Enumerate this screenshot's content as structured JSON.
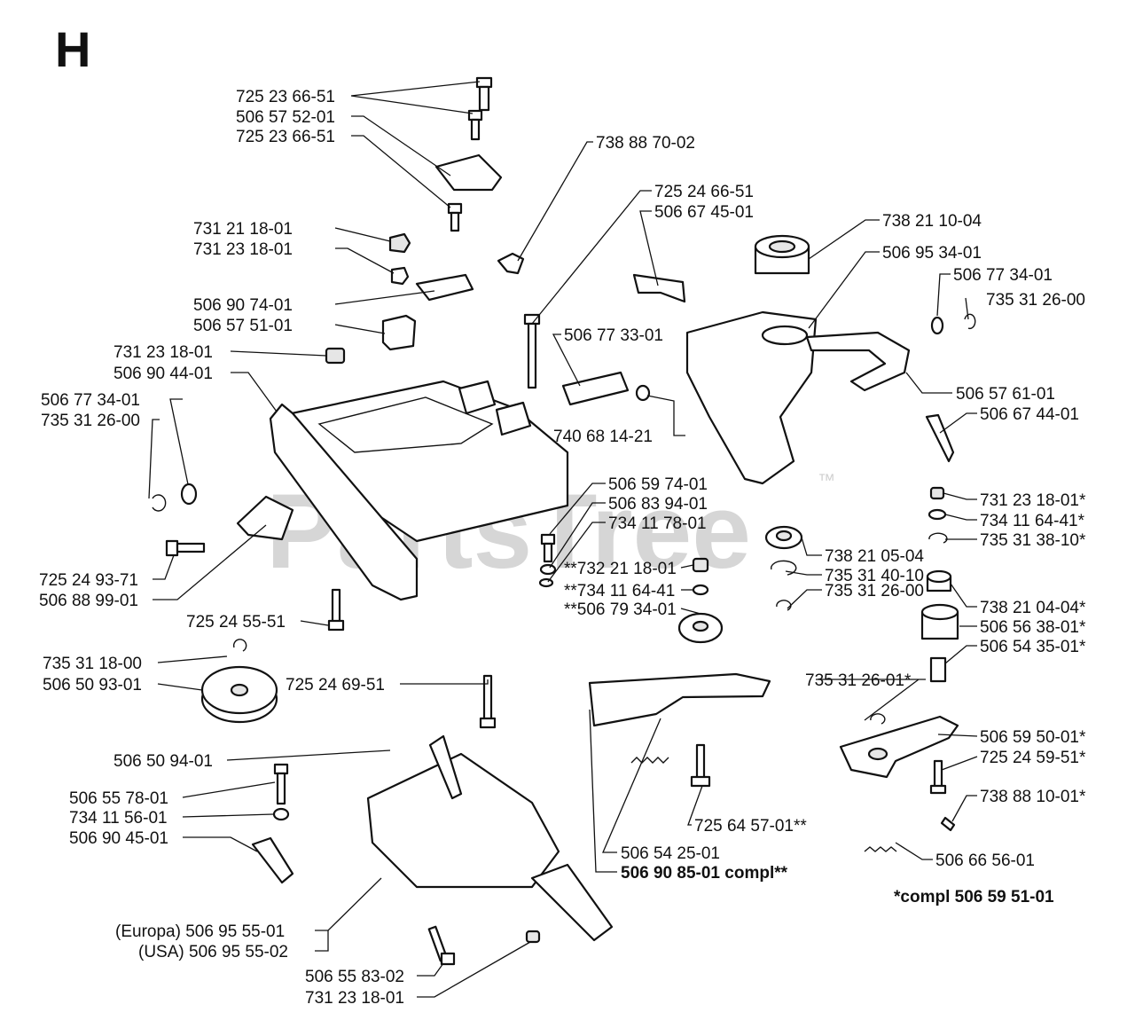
{
  "section_letter": "H",
  "watermark": "PartsTree",
  "watermark_tm": "™",
  "notes": {
    "compl_star": "*compl 506 59 51-01",
    "compl_double": "506 90 85-01 compl**"
  },
  "part_numbers": [
    "725 23 66-51",
    "506 57 52-01",
    "725 23 66-51",
    "738 88 70-02",
    "725 24 66-51",
    "506 67 45-01",
    "738 21 10-04",
    "506 95 34-01",
    "731 21 18-01",
    "731 23 18-01",
    "506 77 34-01",
    "735 31 26-00",
    "506 90 74-01",
    "506 57 51-01",
    "506 77 33-01",
    "731 23 18-01",
    "506 90 44-01",
    "506 57 61-01",
    "506 77 34-01",
    "735 31 26-00",
    "506 67 44-01",
    "740 68 14-21",
    "506 59 74-01",
    "506 83 94-01",
    "734 11 78-01",
    "731 23 18-01*",
    "734 11 64-41*",
    "735 31 38-10*",
    "725 24 93-71",
    "506 88 99-01",
    "738 21 05-04",
    "**732 21 18-01",
    "735 31 40-10",
    "**734 11 64-41",
    "735 31 26-00",
    "738 21 04-04*",
    "**506 79 34-01",
    "506 56 38-01*",
    "725 24 55-51",
    "506 54 35-01*",
    "735 31 18-00",
    "506 50 93-01",
    "725 24 69-51",
    "735 31 26-01*",
    "506 59 50-01*",
    "506 50 94-01",
    "725 24 59-51*",
    "506 55 78-01",
    "738 88 10-01*",
    "734 11 56-01",
    "725 64 57-01**",
    "506 90 45-01",
    "506 54 25-01",
    "506 66 56-01",
    "(Europa) 506 95 55-01",
    "(USA) 506 95 55-02",
    "506 55 83-02",
    "731 23 18-01"
  ]
}
